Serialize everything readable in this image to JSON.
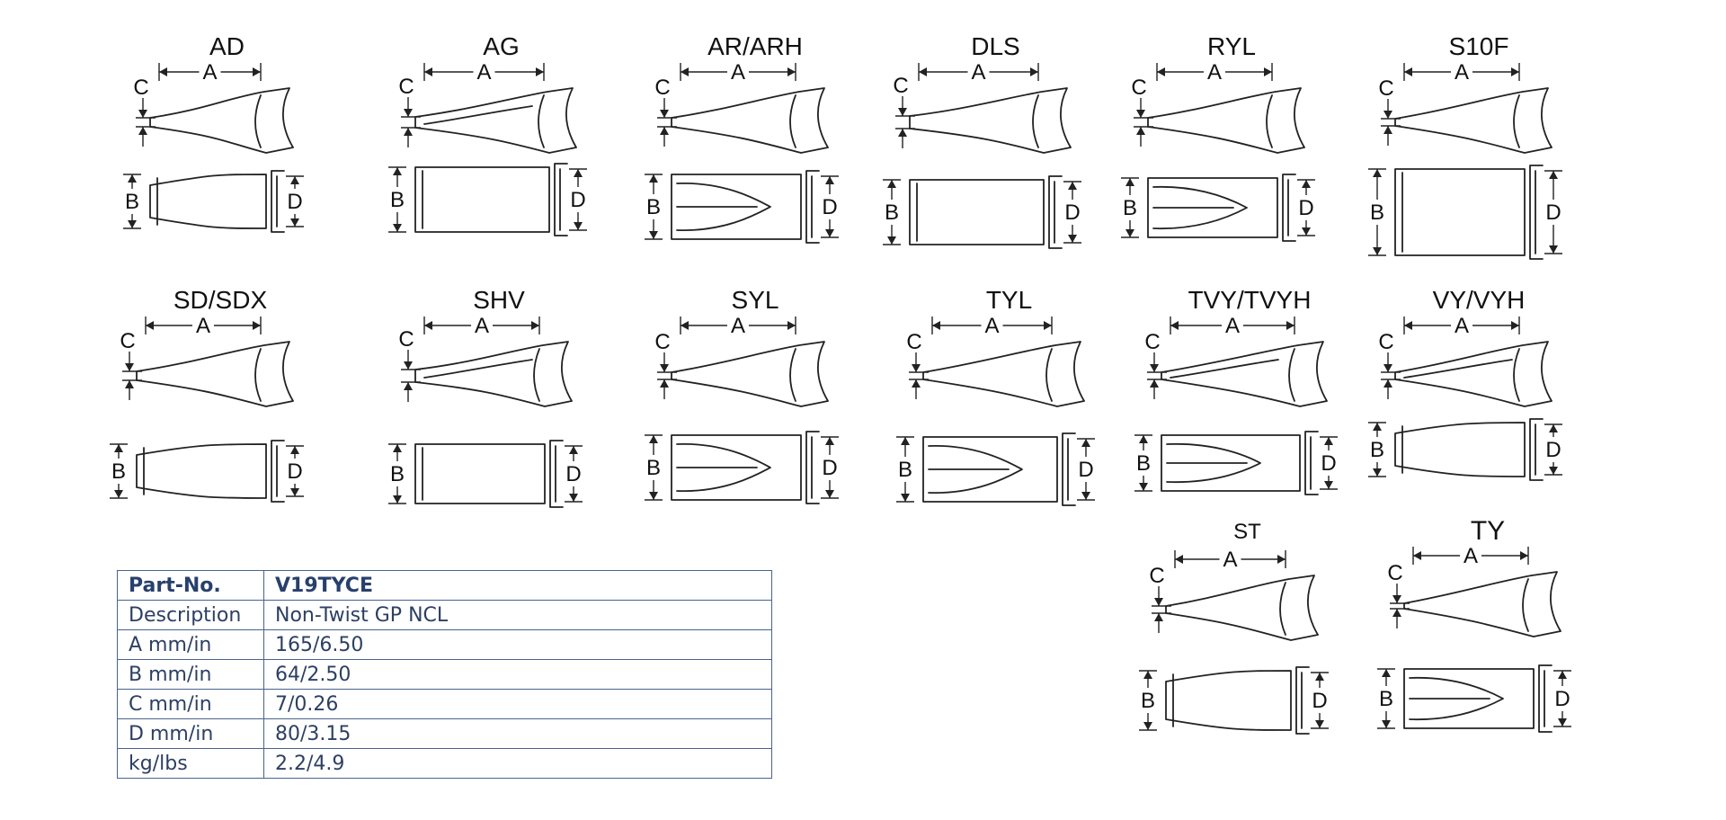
{
  "diagrams": [
    {
      "id": "ad",
      "title": "AD",
      "labels": {
        "a": "A",
        "b": "B",
        "c": "C",
        "d": "D"
      }
    },
    {
      "id": "ag",
      "title": "AG",
      "labels": {
        "a": "A",
        "b": "B",
        "c": "C",
        "d": "D"
      }
    },
    {
      "id": "ar-arh",
      "title": "AR/ARH",
      "labels": {
        "a": "A",
        "b": "B",
        "c": "C",
        "d": "D"
      }
    },
    {
      "id": "dls",
      "title": "DLS",
      "labels": {
        "a": "A",
        "b": "B",
        "c": "C",
        "d": "D"
      }
    },
    {
      "id": "ryl",
      "title": "RYL",
      "labels": {
        "a": "A",
        "b": "B",
        "c": "C",
        "d": "D"
      }
    },
    {
      "id": "s10f",
      "title": "S10F",
      "labels": {
        "a": "A",
        "b": "B",
        "c": "C",
        "d": "D"
      }
    },
    {
      "id": "sd-sdx",
      "title": "SD/SDX",
      "labels": {
        "a": "A",
        "b": "B",
        "c": "C",
        "d": "D"
      }
    },
    {
      "id": "shv",
      "title": "SHV",
      "labels": {
        "a": "A",
        "b": "B",
        "c": "C",
        "d": "D"
      }
    },
    {
      "id": "syl",
      "title": "SYL",
      "labels": {
        "a": "A",
        "b": "B",
        "c": "C",
        "d": "D"
      }
    },
    {
      "id": "tyl",
      "title": "TYL",
      "labels": {
        "a": "A",
        "b": "B",
        "c": "C",
        "d": "D"
      }
    },
    {
      "id": "tvy-tvyh",
      "title": "TVY/TVYH",
      "labels": {
        "a": "A",
        "b": "B",
        "c": "C",
        "d": "D"
      }
    },
    {
      "id": "vy-vyh",
      "title": "VY/VYH",
      "labels": {
        "a": "A",
        "b": "B",
        "c": "C",
        "d": "D"
      }
    },
    {
      "id": "st",
      "title": "ST",
      "labels": {
        "a": "A",
        "b": "B",
        "c": "C",
        "d": "D"
      }
    },
    {
      "id": "ty",
      "title": "TY",
      "labels": {
        "a": "A",
        "b": "B",
        "c": "C",
        "d": "D"
      }
    }
  ],
  "spec_table": {
    "rows": [
      {
        "label": "Part-No.",
        "value": "V19TYCE"
      },
      {
        "label": "Description",
        "value": "Non-Twist GP NCL"
      },
      {
        "label": "A mm/in",
        "value": "165/6.50"
      },
      {
        "label": "B mm/in",
        "value": "64/2.50"
      },
      {
        "label": "C mm/in",
        "value": "7/0.26"
      },
      {
        "label": "D mm/in",
        "value": "80/3.15"
      },
      {
        "label": "kg/lbs",
        "value": "2.2/4.9"
      }
    ]
  }
}
